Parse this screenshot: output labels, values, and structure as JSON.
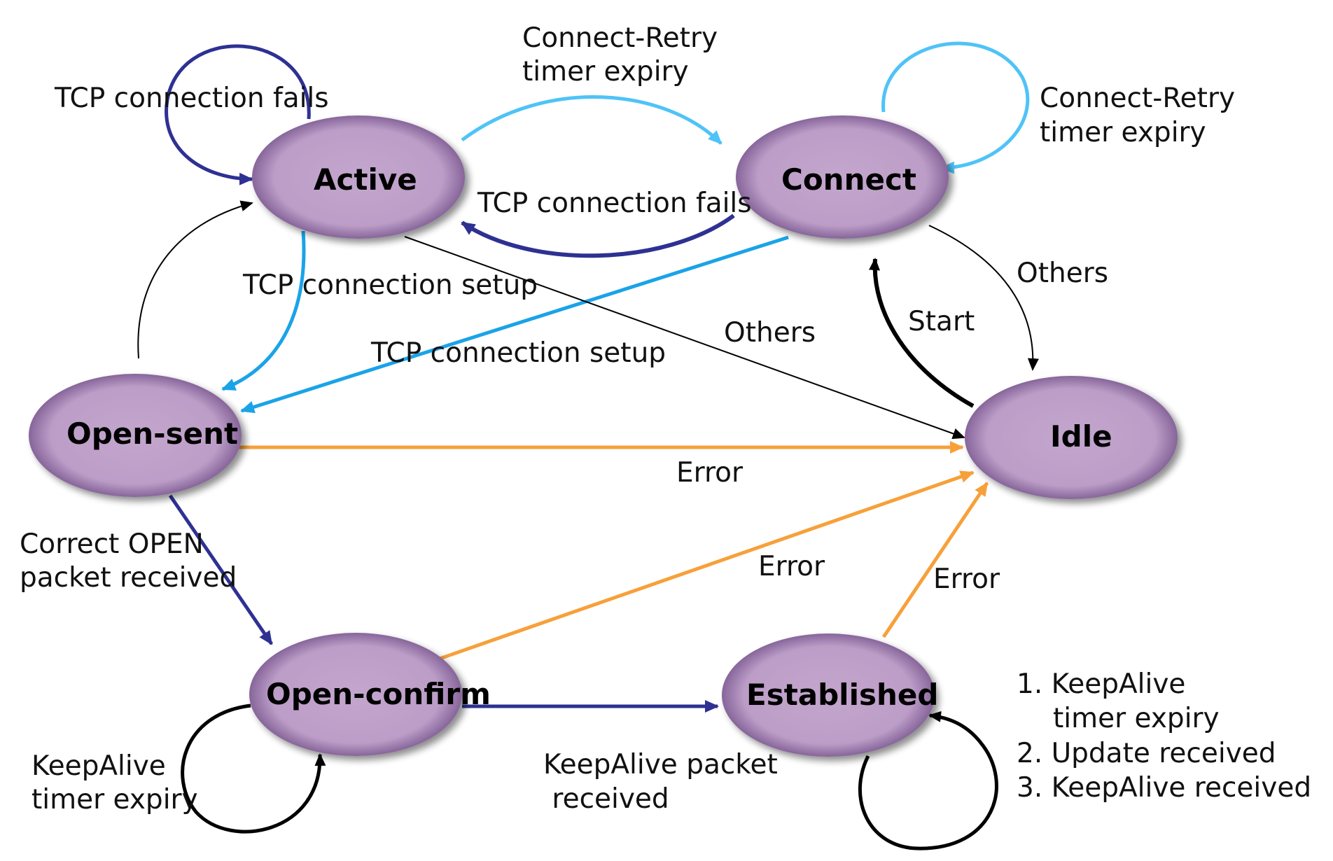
{
  "colors": {
    "node_fill": "#bd9fc8",
    "node_edge": "#5b3d73",
    "navy": "#2e3192",
    "sky": "#4fc3f7",
    "blue": "#1aa3e8",
    "orange": "#f7a03a",
    "black": "#000000"
  },
  "states": {
    "active": "Active",
    "connect": "Connect",
    "open_sent": "Open-sent",
    "idle": "Idle",
    "open_confirm": "Open-confirm",
    "established": "Established"
  },
  "labels": {
    "active_self": "TCP connection fails",
    "active_to_connect_1": "Connect-Retry",
    "active_to_connect_2": "timer expiry",
    "connect_self_1": "Connect-Retry",
    "connect_self_2": "timer expiry",
    "connect_to_active": "TCP connection fails",
    "active_to_opensent": "TCP connection setup",
    "connect_to_opensent": "TCP connection setup",
    "active_to_idle": "Others",
    "connect_to_idle": "Others",
    "idle_to_connect": "Start",
    "opensent_to_idle": "Error",
    "opensent_to_openconfirm_1": "Correct OPEN",
    "opensent_to_openconfirm_2": "packet received",
    "openconfirm_to_idle": "Error",
    "established_to_idle": "Error",
    "openconfirm_self_1": "KeepAlive",
    "openconfirm_self_2": "timer expiry",
    "openconfirm_to_established_1": "KeepAlive packet",
    "openconfirm_to_established_2": " received",
    "established_self_1": "1. KeepAlive",
    "established_self_2": "timer expiry",
    "established_self_3": "2. Update received",
    "established_self_4": "3. KeepAlive received"
  }
}
